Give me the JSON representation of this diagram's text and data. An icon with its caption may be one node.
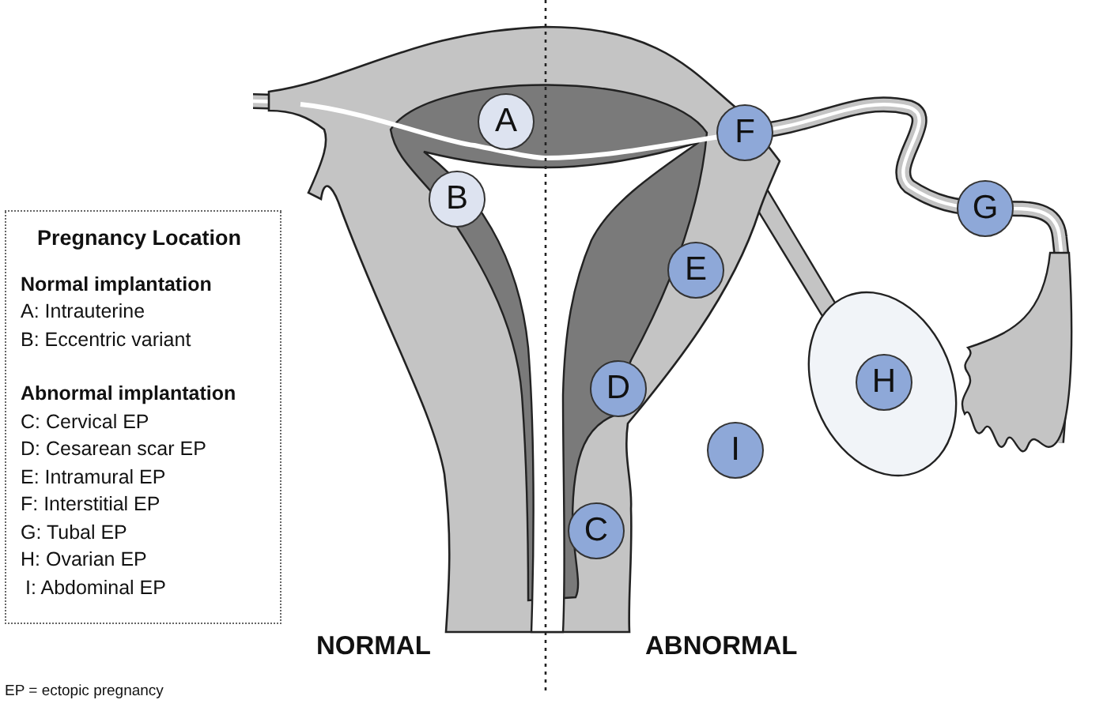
{
  "diagram": {
    "nodes": [
      {
        "text": [
          "A"
        ]
      },
      {
        "text": [
          "B"
        ]
      },
      {
        "text": [
          "C"
        ]
      },
      {
        "text": [
          "D"
        ]
      },
      {
        "text": [
          "E"
        ]
      },
      {
        "text": [
          "F"
        ]
      },
      {
        "text": [
          "G"
        ]
      },
      {
        "text": [
          "H"
        ]
      },
      {
        "text": [
          "I"
        ]
      },
      {
        "text": [
          "Pregnancy Location",
          "Normal implantation",
          "A: Intrauterine",
          "B: Eccentric variant",
          "Abnormal implantation",
          "C: Cervical EP",
          "D: Cesarean scar EP",
          "E: Intramural EP",
          "F: Interstitial EP",
          "G: Tubal EP",
          "H: Ovarian EP",
          "I: Abdominal EP"
        ]
      }
    ],
    "labels": [
      "NORMAL",
      "ABNORMAL",
      "EP = ectopic pregnancy"
    ]
  }
}
